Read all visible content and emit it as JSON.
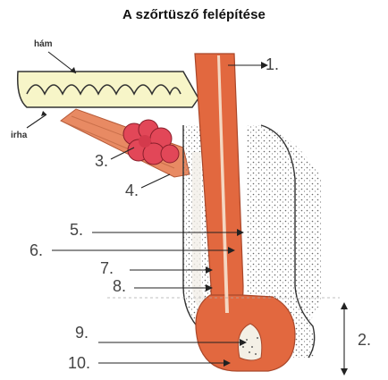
{
  "title": "A szőrtüsző felépítése",
  "labels": {
    "ham": "hám",
    "irha": "irha",
    "n1": "1.",
    "n2": "2.",
    "n3": "3.",
    "n4": "4.",
    "n5": "5.",
    "n6": "6.",
    "n7": "7.",
    "n8": "8.",
    "n9": "9.",
    "n10": "10."
  },
  "colors": {
    "hair_shaft": "#e2683f",
    "hair_shaft_dark": "#c9532e",
    "medulla": "#f4d7c2",
    "skin": "#f7f5c8",
    "gland": "#e24758",
    "muscle": "#e88a63",
    "follicle_dots": "#555555",
    "lines": "#222222"
  }
}
